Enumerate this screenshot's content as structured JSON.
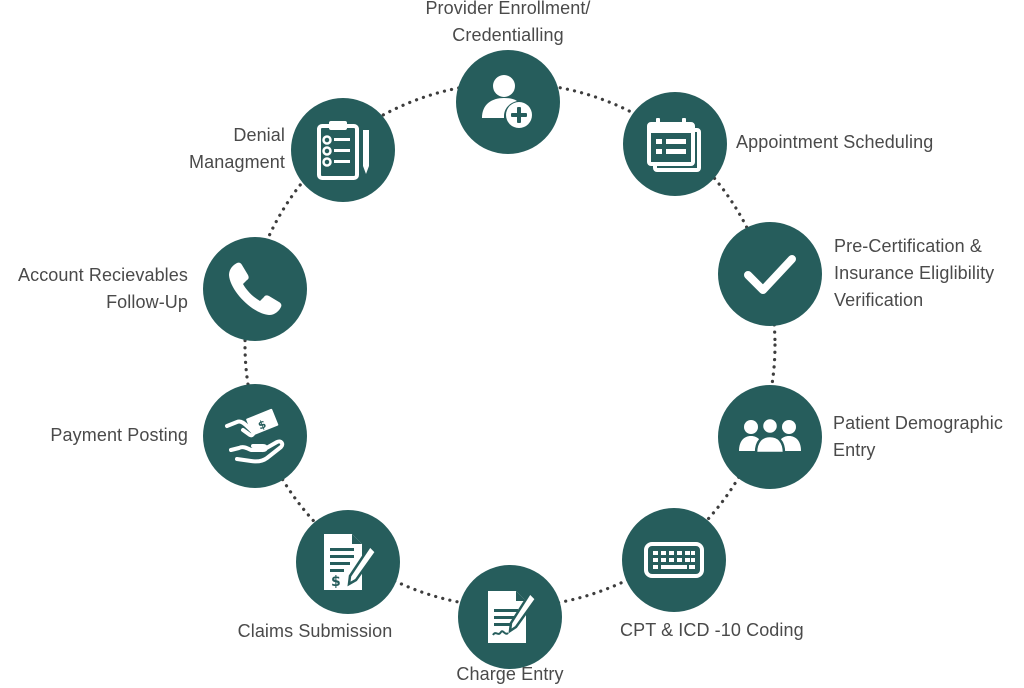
{
  "theme": {
    "circle_color": "#265d5c",
    "icon_color": "#ffffff",
    "text_color": "#4a4a4a",
    "ring_dot_color": "#3d3d3d"
  },
  "steps": [
    {
      "id": "provider-enrollment",
      "label": "Provider Enrollment/\nCredentialling",
      "icon": "user-plus-icon"
    },
    {
      "id": "appointment-scheduling",
      "label": "Appointment Scheduling",
      "icon": "calendar-icon"
    },
    {
      "id": "pre-certification",
      "label": "Pre-Certification &\nInsurance Eliglibility\nVerification",
      "icon": "checkmark-icon"
    },
    {
      "id": "patient-demographic-entry",
      "label": "Patient Demographic\nEntry",
      "icon": "people-group-icon"
    },
    {
      "id": "cpt-icd-coding",
      "label": "CPT & ICD -10 Coding",
      "icon": "keyboard-icon"
    },
    {
      "id": "charge-entry",
      "label": "Charge Entry",
      "icon": "document-pen-icon"
    },
    {
      "id": "claims-submission",
      "label": "Claims Submission",
      "icon": "invoice-pen-icon"
    },
    {
      "id": "payment-posting",
      "label": "Payment Posting",
      "icon": "hand-payment-icon"
    },
    {
      "id": "account-receivables",
      "label": "Account Recievables\nFollow-Up",
      "icon": "phone-icon"
    },
    {
      "id": "denial-management",
      "label": "Denial\nManagment",
      "icon": "clipboard-checklist-icon"
    }
  ]
}
